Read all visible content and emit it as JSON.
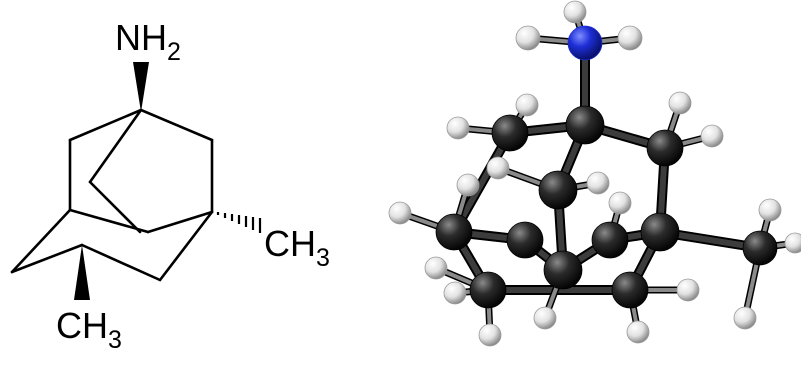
{
  "structural_formula": {
    "amine_label": "NH",
    "amine_subscript": "2",
    "methyl_right_label": "CH",
    "methyl_right_subscript": "3",
    "methyl_bottom_label": "CH",
    "methyl_bottom_subscript": "3"
  },
  "ball_and_stick_model": {
    "atom_colors": {
      "carbon": "#2b2b2b",
      "hydrogen": "#ececec",
      "nitrogen": "#1d2fd6"
    }
  }
}
